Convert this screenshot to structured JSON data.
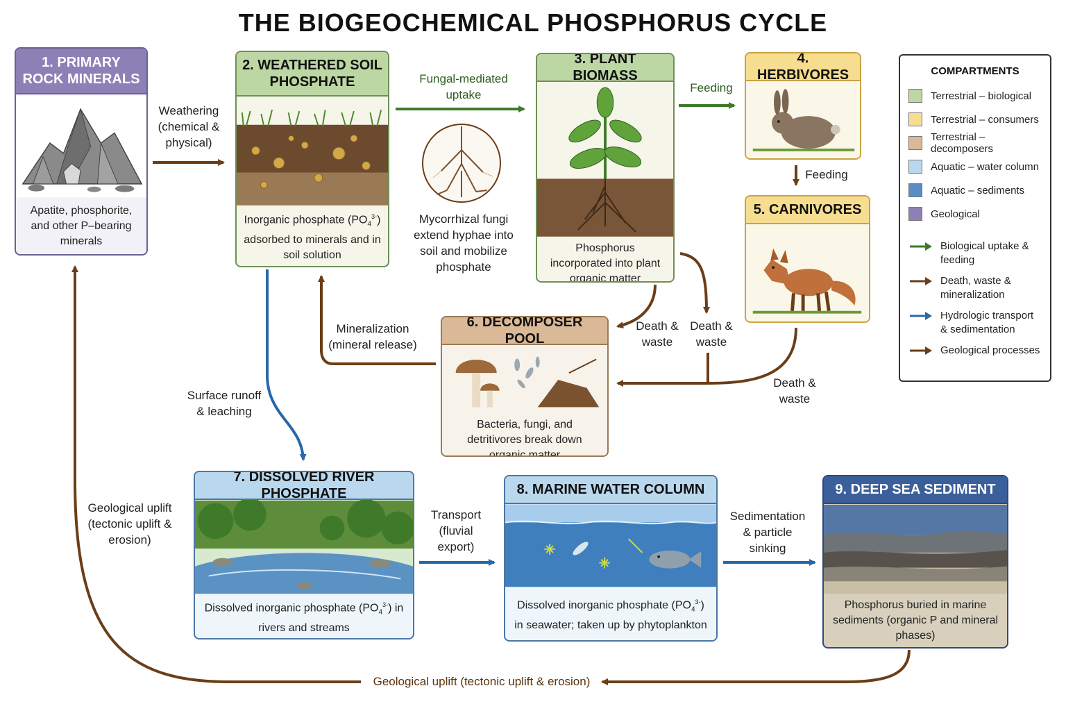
{
  "title": "THE BIOGEOCHEMICAL PHOSPHORUS CYCLE",
  "colors": {
    "geological": "#b9b0d3",
    "geological_head": "#8d80b6",
    "terrestrial_bio": "#bcd7a4",
    "terrestrial_consumers": "#f7dd8f",
    "terrestrial_decomposers": "#d9b997",
    "aquatic_water": "#b9d8ee",
    "aquatic_sediments": "#3a5f9a",
    "arrow_green": "#3f7a2a",
    "arrow_brown": "#6b3e17",
    "arrow_blue": "#2a67a8"
  },
  "nodes": {
    "primary_rock": {
      "title_line1": "1. PRIMARY",
      "title_line2": "ROCK MINERALS",
      "desc": "Apatite, phosphorite, and other P–bearing minerals"
    },
    "weathered_soil": {
      "title_line1": "2. WEATHERED SOIL",
      "title_line2": "PHOSPHATE",
      "desc_pre": "Inorganic phosphate (PO",
      "desc_sub": "4",
      "desc_sup": "3-",
      "desc_post": ") adsorbed to minerals and in soil solution"
    },
    "plant_biomass": {
      "title": "3. PLANT BIOMASS",
      "desc": "Phosphorus incorporated into plant organic matter"
    },
    "herbivores": {
      "title": "4. HERBIVORES"
    },
    "carnivores": {
      "title": "5. CARNIVORES"
    },
    "decomposer_pool": {
      "title": "6. DECOMPOSER POOL",
      "desc": "Bacteria, fungi, and detritivores break down organic matter"
    },
    "river_phosphate": {
      "title": "7. DISSOLVED RIVER PHOSPHATE",
      "desc_pre": "Dissolved inorganic phosphate (PO",
      "desc_sub": "4",
      "desc_sup": "3-",
      "desc_post": ") in rivers and streams"
    },
    "marine_water": {
      "title": "8. MARINE WATER COLUMN",
      "desc_pre": "Dissolved inorganic phosphate (PO",
      "desc_sub": "4",
      "desc_sup": "3-",
      "desc_post": ") in seawater; taken up by phytoplankton"
    },
    "deep_sediment": {
      "title": "9. DEEP SEA SEDIMENT",
      "desc": "Phosphorus buried in marine sediments (organic P and mineral phases)"
    }
  },
  "mycorrhiza": {
    "desc": "Mycorrhizal fungi extend hyphae into soil and mobilize phosphate"
  },
  "flows": {
    "weathering": "Weathering (chemical & physical)",
    "fungal_uptake": "Fungal-mediated uptake",
    "feeding_1": "Feeding",
    "feeding_2": "Feeding",
    "mineralization": "Mineralization (mineral release)",
    "death_plant": "Death & waste",
    "death_herb": "Death & waste",
    "death_carn": "Death & waste",
    "runoff": "Surface runoff & leaching",
    "transport": "Transport (fluvial export)",
    "sedimentation": "Sedimentation & particle sinking",
    "uplift_left": "Geological uplift (tectonic uplift & erosion)",
    "uplift_bottom": "Geological uplift (tectonic uplift & erosion)"
  },
  "legend": {
    "title": "COMPARTMENTS",
    "compartments": [
      {
        "label": "Terrestrial – biological",
        "color": "#bcd7a4"
      },
      {
        "label": "Terrestrial – consumers",
        "color": "#f7dd8f"
      },
      {
        "label": "Terrestrial – decomposers",
        "color": "#d9b997"
      },
      {
        "label": "Aquatic – water column",
        "color": "#b9d8ee"
      },
      {
        "label": "Aquatic – sediments",
        "color": "#5a8cc7"
      },
      {
        "label": "Geological",
        "color": "#8d80b6"
      }
    ],
    "arrows": [
      {
        "label": "Biological uptake & feeding",
        "color": "#3f7a2a"
      },
      {
        "label": "Death, waste & mineralization",
        "color": "#6b3e17"
      },
      {
        "label": "Hydrologic transport & sedimentation",
        "color": "#2a67a8"
      },
      {
        "label": "Geological processes",
        "color": "#6b3e17"
      }
    ]
  }
}
